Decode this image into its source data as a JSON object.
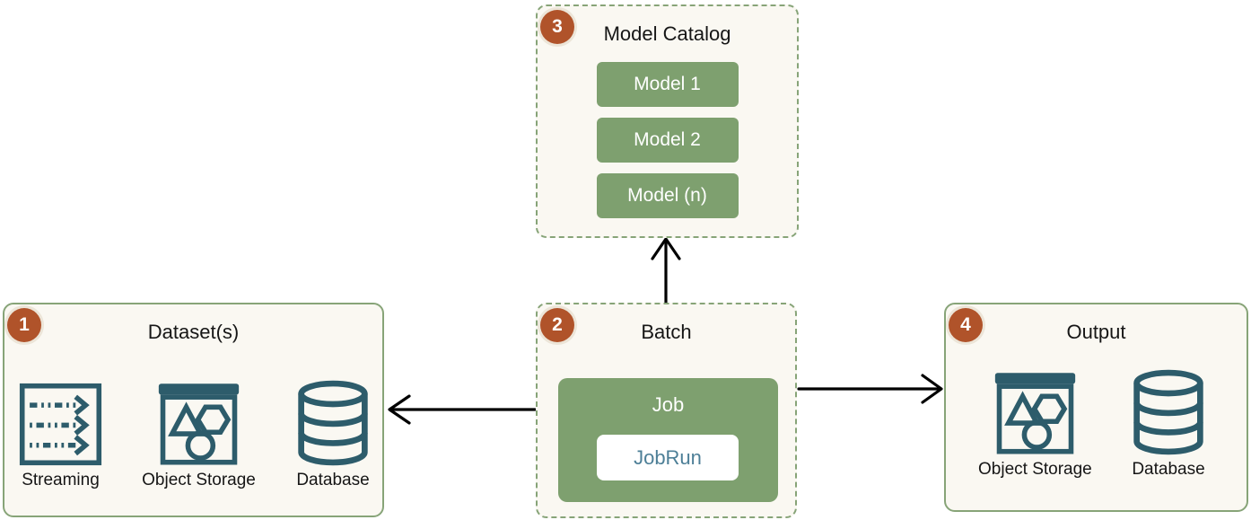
{
  "colors": {
    "green": "#7ea06f",
    "border_green": "#87a478",
    "badge": "#b0532a",
    "badge_ring": "#ece5d8",
    "teal": "#2d5c6b",
    "cream": "#faf8f2",
    "jobrun_text": "#4d7f97",
    "text": "#161616",
    "arrow": "#000000"
  },
  "boxes": {
    "dataset": {
      "badge": "1",
      "title": "Dataset(s)",
      "items": [
        {
          "icon": "streaming-icon",
          "label": "Streaming"
        },
        {
          "icon": "object-storage-icon",
          "label": "Object Storage"
        },
        {
          "icon": "database-icon",
          "label": "Database"
        }
      ]
    },
    "batch": {
      "badge": "2",
      "title": "Batch",
      "job": {
        "label": "Job",
        "run_label": "JobRun"
      }
    },
    "model_catalog": {
      "badge": "3",
      "title": "Model Catalog",
      "models": [
        "Model 1",
        "Model 2",
        "Model (n)"
      ]
    },
    "output": {
      "badge": "4",
      "title": "Output",
      "items": [
        {
          "icon": "object-storage-icon",
          "label": "Object Storage"
        },
        {
          "icon": "database-icon",
          "label": "Database"
        }
      ]
    }
  },
  "arrows": [
    {
      "name": "batch-to-dataset",
      "direction": "left"
    },
    {
      "name": "batch-to-model-catalog",
      "direction": "up"
    },
    {
      "name": "batch-to-output",
      "direction": "right"
    }
  ]
}
